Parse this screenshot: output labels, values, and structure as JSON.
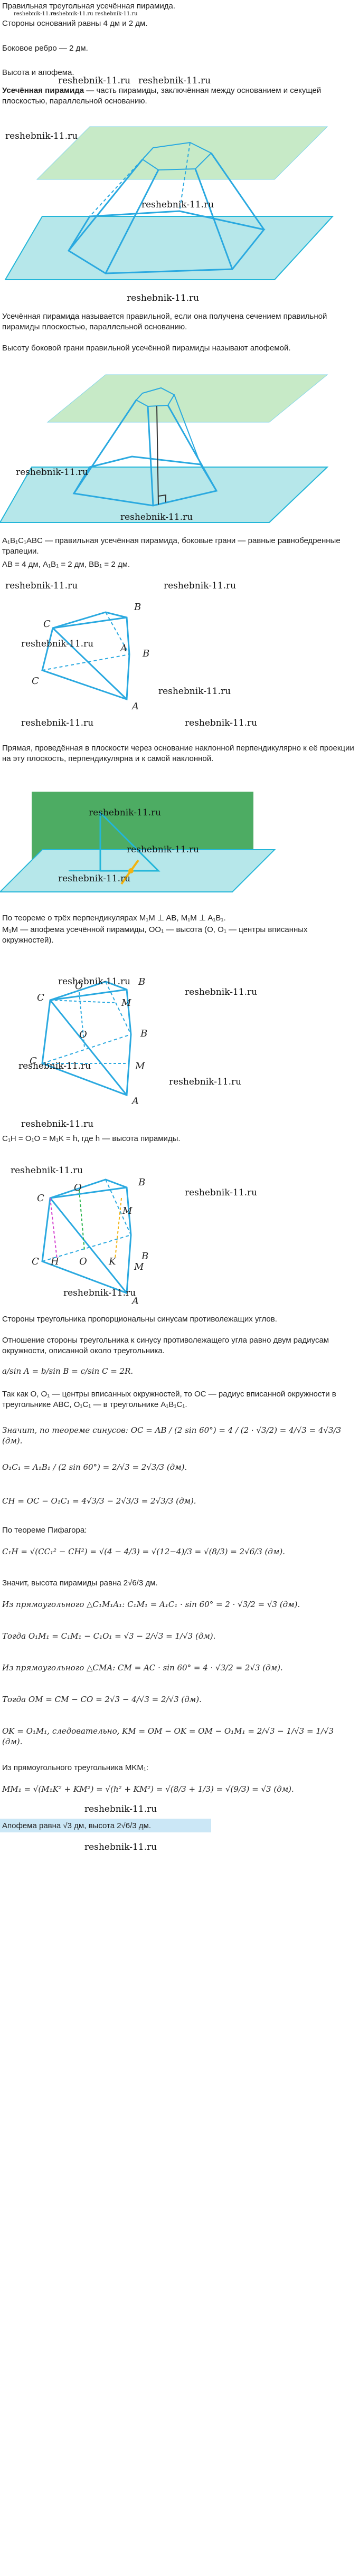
{
  "watermark": "reshebnik-11.ru",
  "colors": {
    "plane": "#b6e7ea",
    "plane_edge": "#23b6d9",
    "plane_top": "#9ad99a",
    "figure": "#2aa9e0",
    "green_sq": "#2e9d48",
    "hl": "#cbe7f6"
  },
  "text": {
    "t1": "Правильная треугольная усечённая пирамида.",
    "t2": "Стороны оснований равны 4 дм и 2 дм.",
    "t3": "Боковое ребро — 2 дм.",
    "t4": "Высота и апофема.",
    "t5b": "Усечённая пирамида",
    "t5": " — часть пирамиды, заключённая между основанием и секущей плоскостью, параллельной основанию.",
    "t6": "Усечённая пирамида называется правильной, если она получена сечением правильной пирамиды плоскостью, параллельной основанию.",
    "t7": "Высоту боковой грани правильной усечённой пирамиды называют апофемой.",
    "t8": "A₁B₁C₁ABC — правильная усечённая пирамида, боковые грани — равные равнобедренные трапеции.",
    "t9": "AB = 4 дм, A₁B₁ = 2 дм, BB₁ = 2 дм.",
    "t10": "Прямая, проведённая в плоскости через основание наклонной перпендикулярно к её проекции на эту плоскость, перпендикулярна и к самой наклонной.",
    "t11": "По теореме о трёх перпендикулярах M₁M ⊥ AB, M₁M ⊥ A₁B₁.",
    "t12": "M₁M — апофема усечённой пирамиды, OO₁ — высота (O, O₁ — центры вписанных окружностей).",
    "t13": "C₁H = O₁O = M₁K = h, где h — высота пирамиды.",
    "t14": "Стороны треугольника пропорциональны синусам противолежащих углов.",
    "t15": "Отношение стороны треугольника к синусу противолежащего угла равно двум радиусам окружности, описанной около треугольника.",
    "t16": "a/sin A = b/sin B = c/sin C = 2R.",
    "t17": "Так как O, O₁ — центры вписанных окружностей, то OC — радиус вписанной окружности в треугольнике ABC, O₁C₁ — в треугольнике A₁B₁C₁.",
    "t18": "Значит, по теореме синусов: OC = AB / (2 sin 60°) = 4 / (2 · √3/2) = 4/√3 = 4√3/3 (дм).",
    "t19": "O₁C₁ = A₁B₁ / (2 sin 60°) = 2/√3 = 2√3/3 (дм).",
    "t20": "CH = OC − O₁C₁ = 4√3/3 − 2√3/3 = 2√3/3 (дм).",
    "t21": "По теореме Пифагора:",
    "t22": "C₁H = √(CC₁² − CH²) = √(4 − 4/3) = √(12−4)/3 = √(8/3) = 2√6/3 (дм).",
    "t23": "Значит, высота пирамиды равна 2√6/3 дм.",
    "t24": "Из прямоугольного △C₁M₁A₁: C₁M₁ = A₁C₁ · sin 60° = 2 · √3/2 = √3 (дм).",
    "t25": "Тогда O₁M₁ = C₁M₁ − C₁O₁ = √3 − 2/√3 = 1/√3 (дм).",
    "t26": "Из прямоугольного △CMA: CM = AC · sin 60° = 4 · √3/2 = 2√3 (дм).",
    "t27": "Тогда OM = CM − CO = 2√3 − 4/√3 = 2/√3 (дм).",
    "t28": "OK = O₁M₁, следовательно, KM = OM − OK = OM − O₁M₁ = 2/√3 − 1/√3 = 1/√3 (дм).",
    "t29": "Из прямоугольного треугольника MKM₁:",
    "t30": "MM₁ = √(M₁K² + KM²) = √(h² + KM²) = √(8/3 + 1/3) = √(9/3) = √3 (дм).",
    "t31": "Апофема равна √3 дм, высота 2√6/3 дм."
  },
  "labels": {
    "A": "A",
    "B": "B",
    "C": "C",
    "A1": "A",
    "B1": "B",
    "C1": "C",
    "M": "M",
    "M1": "M",
    "O": "O",
    "O1": "O",
    "H": "H",
    "K": "K",
    "sub1": "1"
  }
}
